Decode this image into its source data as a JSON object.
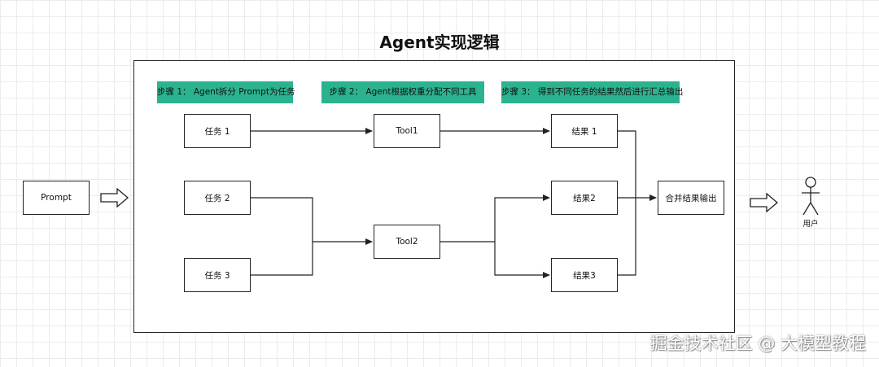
{
  "title": "Agent实现逻辑",
  "steps": [
    "步骤 1： Agent拆分 Prompt为任务",
    "步骤 2： Agent根据权重分配不同工具",
    "步骤 3： 得到不同任务的结果然后进行汇总输出"
  ],
  "input": "Prompt",
  "tasks": [
    "任务 1",
    "任务 2",
    "任务 3"
  ],
  "tools": [
    "Tool1",
    "Tool2"
  ],
  "results": [
    "结果 1",
    "结果2",
    "结果3"
  ],
  "merge": "合并结果输出",
  "user": "用户",
  "watermark": "掘金技术社区 @ 大模型教程",
  "colors": {
    "step_bg": "#2bb38f",
    "line": "#222222",
    "grid": "#ececec"
  },
  "icons": {
    "user": "stick-figure-actor-icon",
    "flow": "hollow-right-arrow-icon"
  }
}
